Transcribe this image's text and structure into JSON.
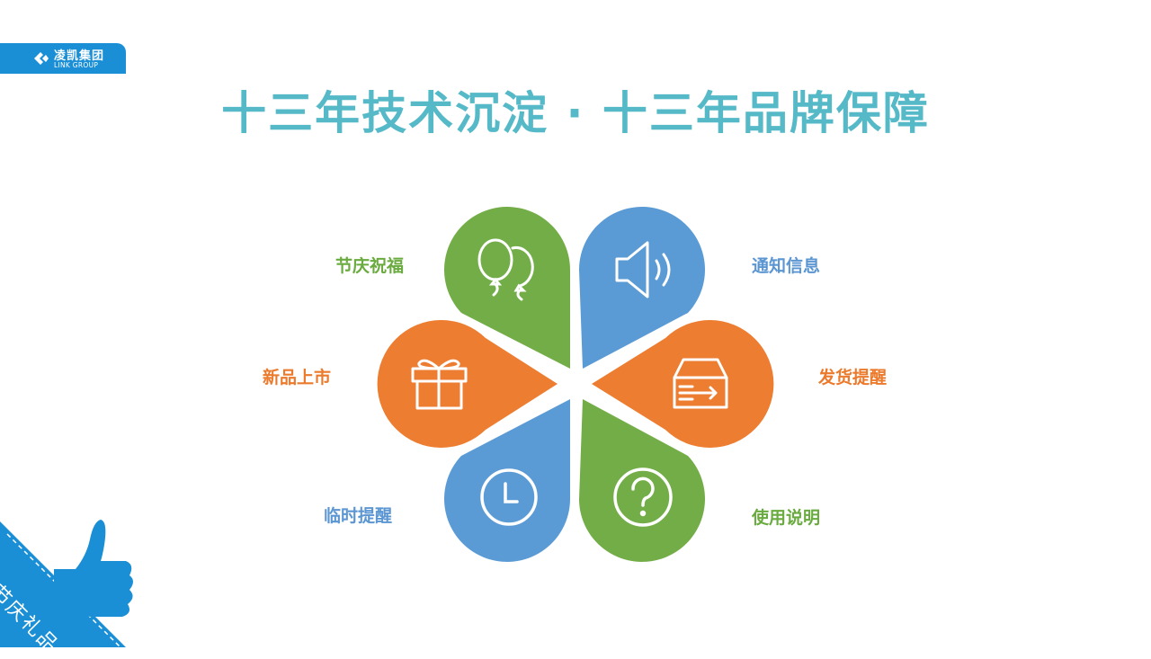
{
  "logo": {
    "name_cn": "凌凯集团",
    "name_en": "LINK GROUP"
  },
  "title": "十三年技术沉淀 · 十三年品牌保障",
  "petals": [
    {
      "label": "节庆祝福",
      "icon": "balloons-icon",
      "color": "#73ad47"
    },
    {
      "label": "通知信息",
      "icon": "speaker-icon",
      "color": "#5b9bd5"
    },
    {
      "label": "新品上市",
      "icon": "gift-icon",
      "color": "#ed7d31"
    },
    {
      "label": "发货提醒",
      "icon": "delivery-box-icon",
      "color": "#ed7d31"
    },
    {
      "label": "临时提醒",
      "icon": "clock-icon",
      "color": "#5b9bd5"
    },
    {
      "label": "使用说明",
      "icon": "question-icon",
      "color": "#73ad47"
    }
  ],
  "corner_banner": {
    "text": "节庆礼品",
    "icon": "thumbs-up-icon",
    "color": "#1a8fd6"
  },
  "colors": {
    "title": "#56b9c8",
    "brand_blue": "#1a8fd6"
  }
}
